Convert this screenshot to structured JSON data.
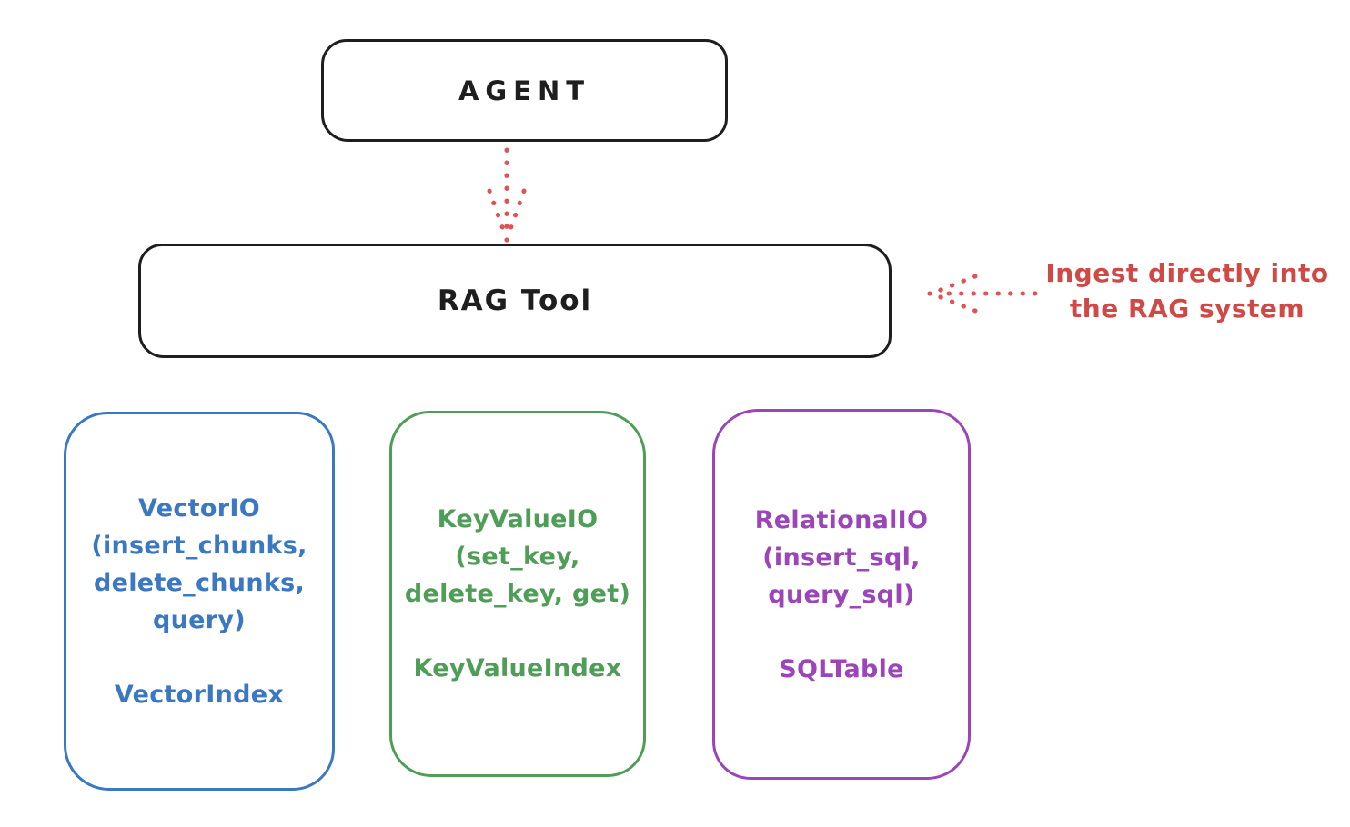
{
  "canvas": {
    "background": "#ffffff"
  },
  "agent_box": {
    "label": "AGENT",
    "border_color": "#1e1e1e"
  },
  "rag_tool_box": {
    "label": "RAG Tool",
    "border_color": "#1e1e1e"
  },
  "flow_arrow": {
    "style": "dotted",
    "color": "#dd5454"
  },
  "annotation": {
    "lines": [
      "Ingest directly into",
      "the RAG system"
    ],
    "color": "#cf4a46",
    "arrow_style": "dotted",
    "arrow_color": "#dd5454"
  },
  "storage_boxes": [
    {
      "id": "vector-io",
      "color": "#3b78c2",
      "lines": [
        "VectorIO",
        "(insert_chunks,",
        "delete_chunks,",
        "query)"
      ],
      "index_label": "VectorIndex"
    },
    {
      "id": "key-value-io",
      "color": "#4f9e57",
      "lines": [
        "KeyValueIO",
        "(set_key,",
        "delete_key, get)"
      ],
      "index_label": "KeyValueIndex"
    },
    {
      "id": "relational-io",
      "color": "#9b45b8",
      "lines": [
        "RelationalIO",
        "(insert_sql,",
        "query_sql)"
      ],
      "index_label": "SQLTable"
    }
  ]
}
